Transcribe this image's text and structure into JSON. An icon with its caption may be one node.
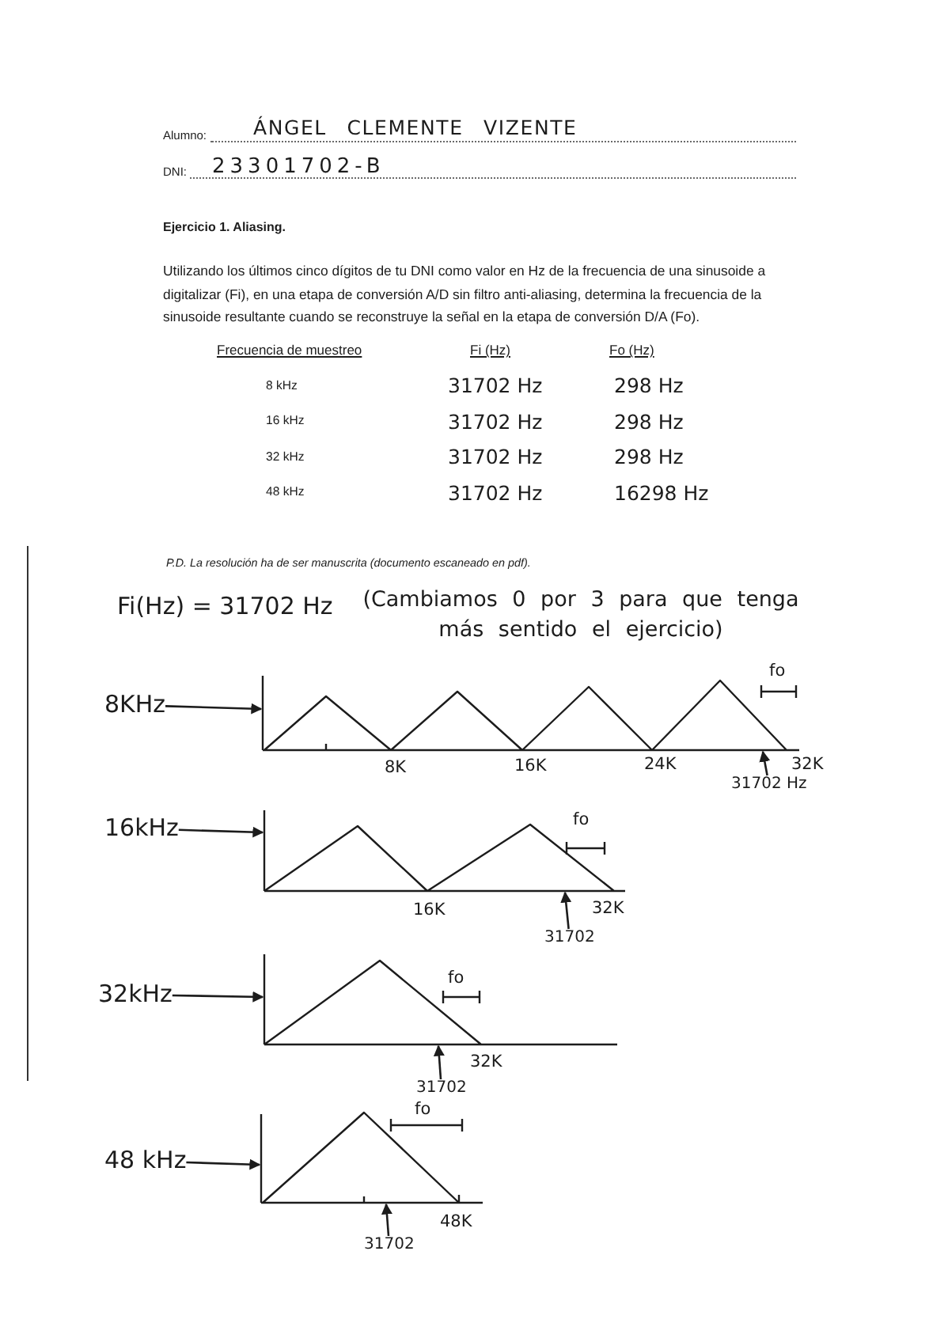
{
  "diagram": {
    "title": "Ejercicio 1. Aliasing.",
    "nodes": [
      {
        "text": [
          "8KHz"
        ]
      },
      {
        "text": [],
        "shape": "picture"
      },
      {
        "text": [
          "31702 Hz"
        ]
      },
      {
        "text": [
          "16kHz"
        ]
      },
      {
        "text": [],
        "shape": "picture"
      },
      {
        "text": [
          "31702"
        ]
      },
      {
        "text": [
          "32kHz"
        ]
      },
      {
        "text": [],
        "shape": "picture"
      },
      {
        "text": [
          "31702"
        ]
      },
      {
        "text": [
          "48 kHz"
        ]
      },
      {
        "text": [],
        "shape": "picture"
      },
      {
        "text": [
          "31702"
        ]
      }
    ],
    "edges": [
      {
        "from": 0,
        "to": 1,
        "arrow": "to"
      },
      {
        "from": 2,
        "to": 1,
        "arrow": "to"
      },
      {
        "from": 3,
        "to": 4,
        "arrow": "to"
      },
      {
        "from": 5,
        "to": 4,
        "arrow": "to"
      },
      {
        "from": 6,
        "to": 7,
        "arrow": "to"
      },
      {
        "from": 8,
        "to": 7,
        "arrow": "to"
      },
      {
        "from": 9,
        "to": 10,
        "arrow": "to"
      },
      {
        "from": 11,
        "to": 10,
        "arrow": "to"
      }
    ],
    "labels": [
      "Alumno:",
      "ÁNGEL CLEMENTE VIZENTE",
      "DNI:",
      "23301702-B",
      "Utilizando los últimos cinco dígitos de tu DNI como valor en Hz de la frecuencia de una sinusoide a digitalizar (Fi), en una etapa de conversión A/D sin filtro anti-aliasing, determina la frecuencia de la sinusoide resultante cuando se reconstruye la señal en la etapa de conversión D/A (Fo).",
      "Frecuencia de muestreo",
      "Fi (Hz)",
      "Fo (Hz)",
      "8 kHz",
      "31702 Hz",
      "298 Hz",
      "16 kHz",
      "31702 Hz",
      "298 Hz",
      "32 kHz",
      "31702 Hz",
      "298 Hz",
      "48 kHz",
      "31702 Hz",
      "16298 Hz",
      "P.D. La resolución ha de ser manuscrita (documento escaneado en pdf).",
      "Fi(Hz) = 31702 Hz",
      "(Cambiamos 0 por 3 para que tenga más sentido el ejercicio)",
      "fo",
      "8K",
      "16K",
      "24K",
      "32K",
      "fo",
      "16K",
      "32K",
      "fo",
      "32K",
      "fo",
      "48K"
    ]
  }
}
